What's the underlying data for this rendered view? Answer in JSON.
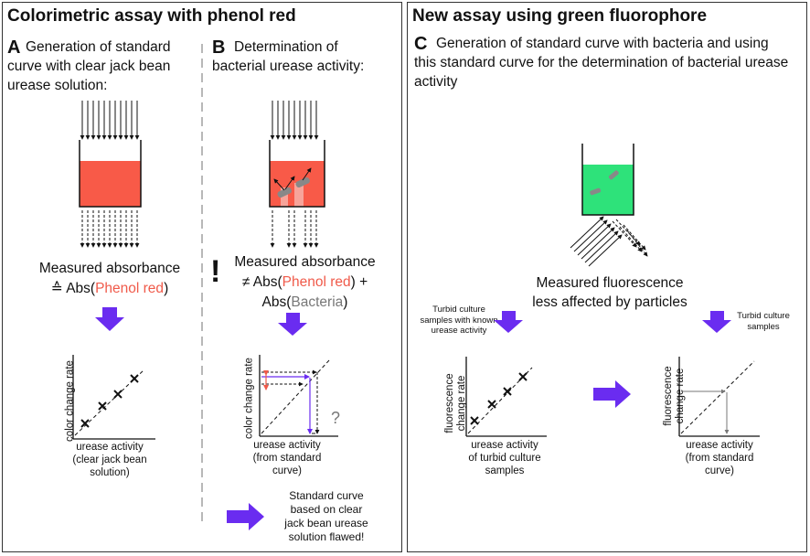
{
  "left": {
    "title": "Colorimetric assay with phenol red",
    "a": {
      "letter": "A",
      "text": "Generation of standard curve with clear jack bean urease solution:",
      "measured": "Measured absorbance",
      "abs_prefix": "≙ Abs(",
      "phenol": "Phenol red",
      "close": ")",
      "ylabel": "color change rate",
      "xlabel": "urease activity\n(clear jack bean\nsolution)"
    },
    "b": {
      "letter": "B",
      "text": "Determination of bacterial urease activity:",
      "exclaim": "!",
      "measured": "Measured absorbance",
      "ne_prefix": "≠ Abs(",
      "phenol": "Phenol red",
      "plus": ") +",
      "abs2": "Abs(",
      "bacteria": "Bacteria",
      "close": ")",
      "ylabel": "color change rate",
      "xlabel": "urease activity\n(from standard\ncurve)",
      "question": "?",
      "note": "Standard curve\nbased on clear\njack bean urease\nsolution flawed!"
    }
  },
  "right": {
    "title": "New assay using green fluorophore",
    "c": {
      "letter": "C",
      "text": "Generation of standard curve with bacteria and using this standard curve for the determination of bacterial urease activity",
      "measured": "Measured fluorescence\nless affected by particles",
      "known_label": "Turbid culture\nsamples with known\nurease activity",
      "samples_label": "Turbid culture\nsamples",
      "ylabel1": "fluorescence\nchange rate",
      "xlabel1": "urease activity\nof turbid culture\nsamples",
      "ylabel2": "fluorescence\nchange rate",
      "xlabel2": "urease activity\n(from standard\ncurve)"
    }
  },
  "colors": {
    "purple": "#6a2cf0",
    "red": "#f05a4a",
    "green": "#2ee27a",
    "red_text": "#f05a4a"
  }
}
